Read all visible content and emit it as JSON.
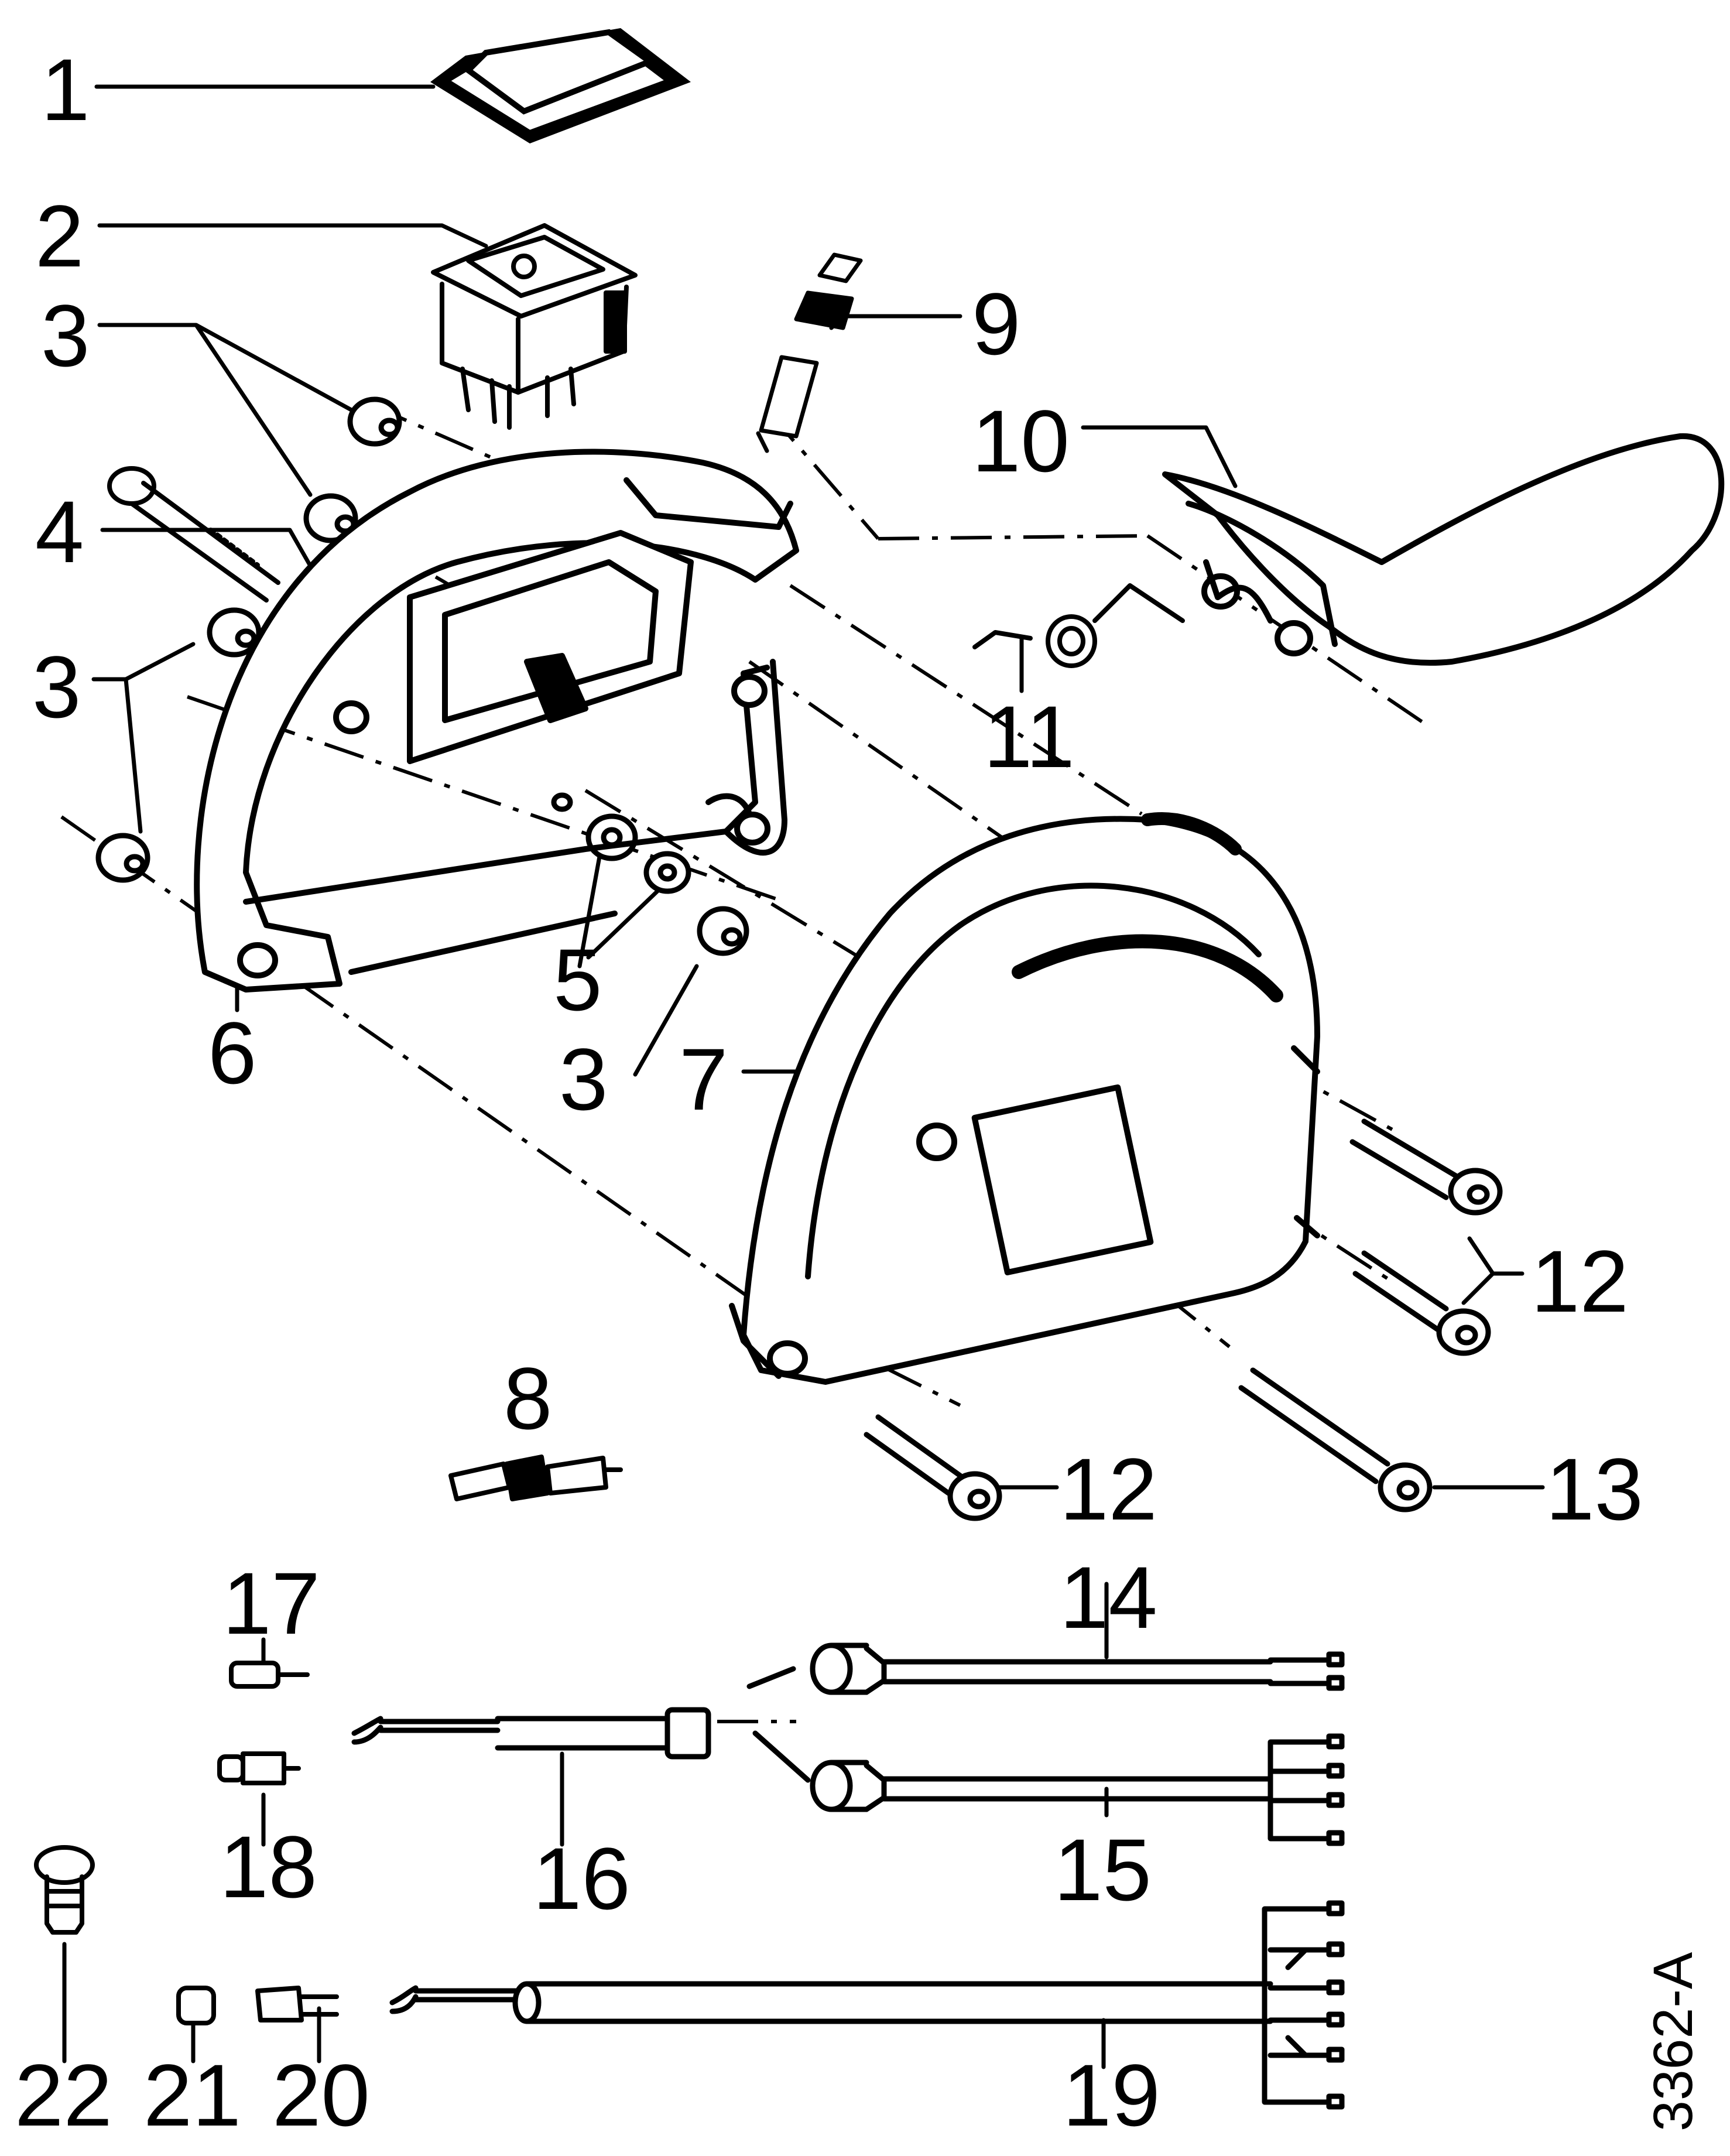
{
  "callouts": {
    "c1": "1",
    "c2": "2",
    "c3a": "3",
    "c3b": "3",
    "c3c": "3",
    "c4": "4",
    "c5": "5",
    "c6": "6",
    "c7": "7",
    "c8": "8",
    "c9": "9",
    "c10": "10",
    "c11": "11",
    "c12a": "12",
    "c12b": "12",
    "c13": "13",
    "c14": "14",
    "c15": "15",
    "c16": "16",
    "c17": "17",
    "c18": "18",
    "c19": "19",
    "c20": "20",
    "c21": "21",
    "c22": "22"
  },
  "drawing_code": "3362-A"
}
